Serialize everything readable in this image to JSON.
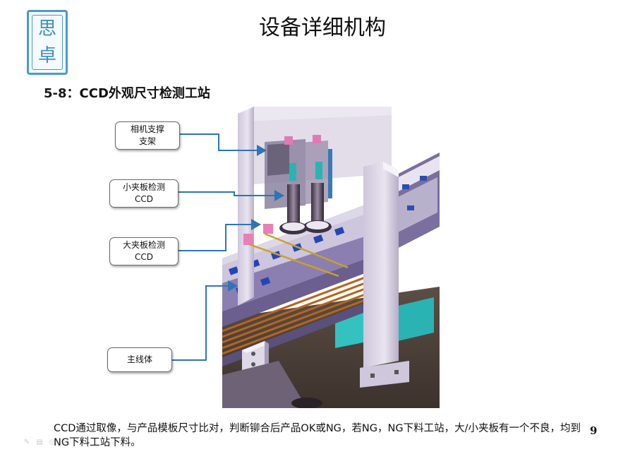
{
  "slide": {
    "title": "设备详细机构",
    "section_number": "5-8",
    "section_separator": "：",
    "section_title": "CCD外观尺寸检测工站",
    "page_number": "9"
  },
  "logo": {
    "char_top": "思",
    "char_bottom": "卓",
    "color": "#4b9bc6"
  },
  "callouts": [
    {
      "line1": "相机支撑",
      "line2": "支架"
    },
    {
      "line1": "小夹板检测",
      "line2": "CCD"
    },
    {
      "line1": "大夹板检测",
      "line2": "CCD"
    },
    {
      "line1": "主线体",
      "line2": ""
    }
  ],
  "caption": {
    "text": "CCD通过取像，与产品模板尺寸比对，判断铆合后产品OK或NG，若NG，NG下料工站，大/小夹板有一个不良，均到NG下料工站下料。"
  },
  "colors": {
    "arrow": "#2e75b6",
    "frame": "#d9d3e3",
    "conveyor": "#7a6f9e",
    "stripe": "#b5651d",
    "teal": "#2ab3b3"
  },
  "toolbar": {
    "icons": [
      "pen-icon",
      "slides-icon",
      "search-icon",
      "zoom-icon"
    ]
  }
}
